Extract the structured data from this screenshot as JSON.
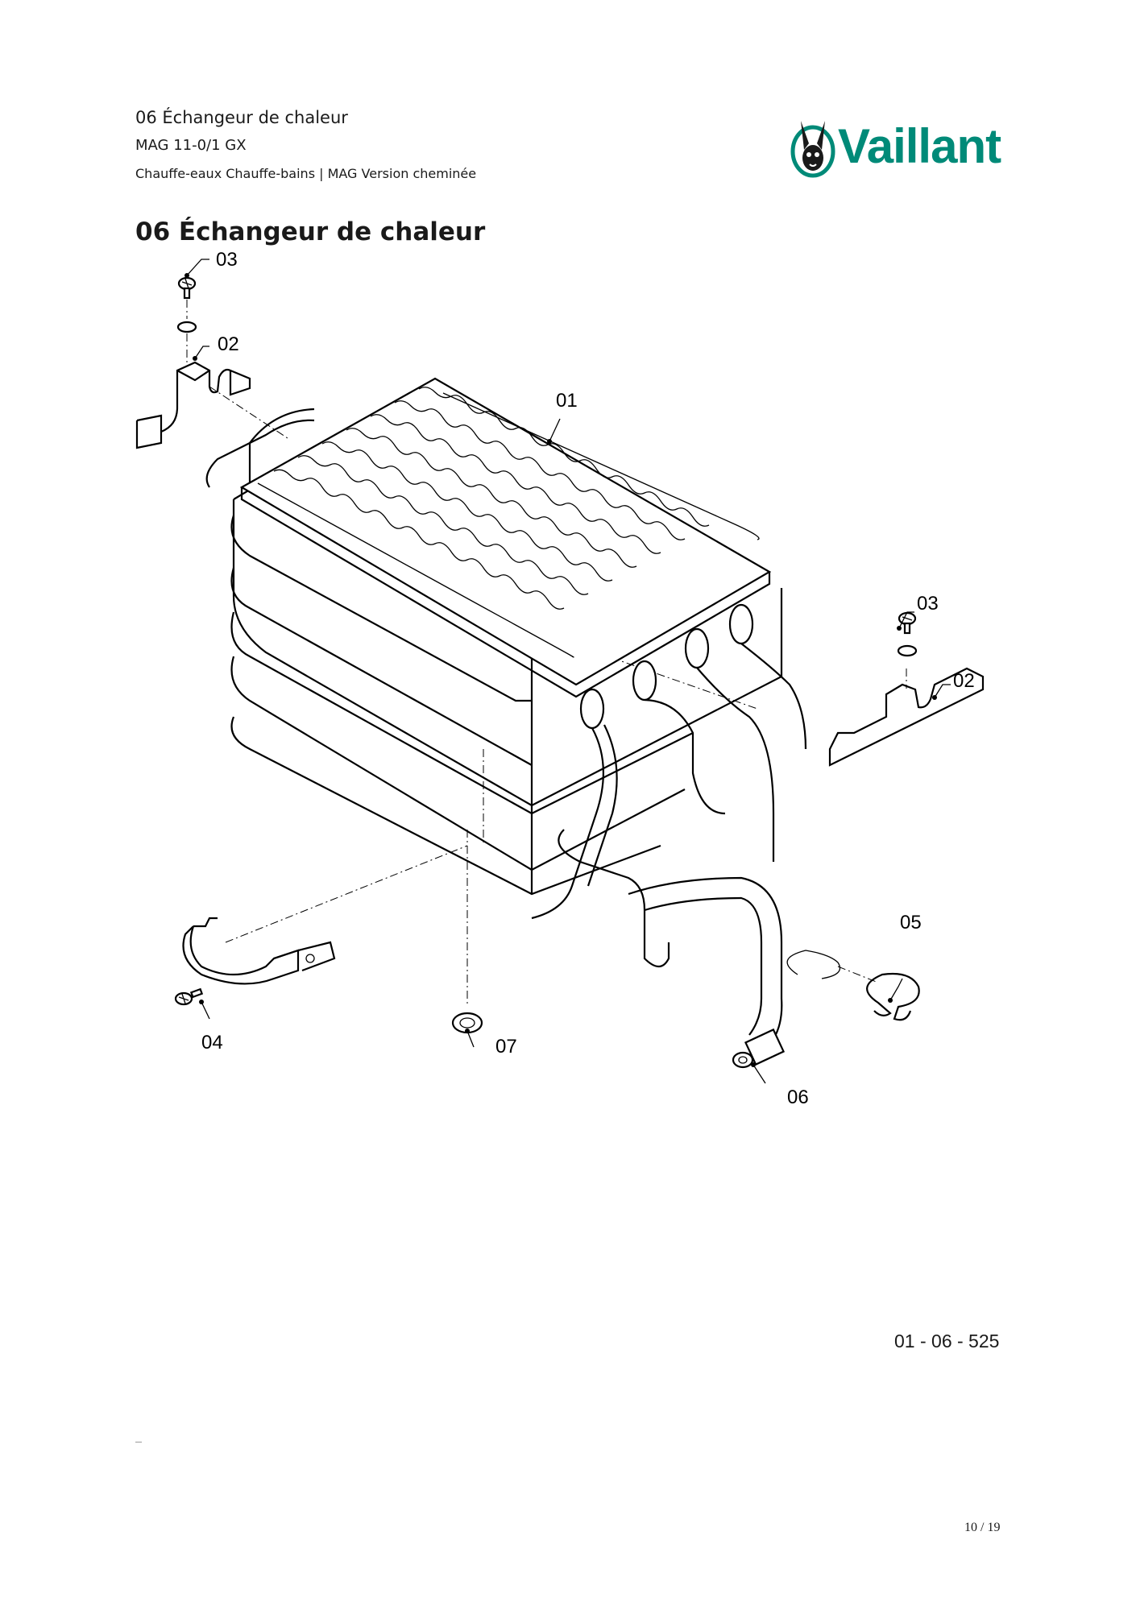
{
  "header": {
    "title": "06 Échangeur de chaleur",
    "model": "MAG 11-0/1 GX",
    "subtitle": "Chauffe-eaux Chauffe-bains | MAG Version cheminée"
  },
  "brand": {
    "name": "Vaillant",
    "color": "#008a78",
    "logo_icon": "hare-logo-icon"
  },
  "page_title": "06 Échangeur de chaleur",
  "drawing": {
    "labels": {
      "p01": "01",
      "p02a": "02",
      "p02b": "02",
      "p03a": "03",
      "p03b": "03",
      "p04": "04",
      "p05": "05",
      "p06": "06",
      "p07": "07"
    },
    "code": "01 - 06 - 525"
  },
  "footer": {
    "page": "10 / 19"
  }
}
